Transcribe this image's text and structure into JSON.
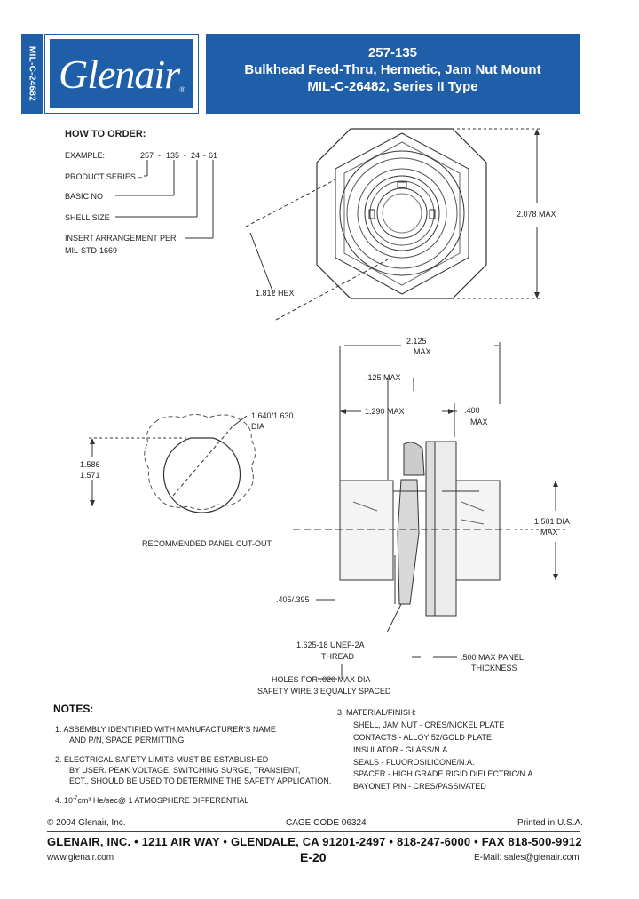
{
  "side_tab": "MIL-C-24682",
  "logo": {
    "text": "Glenair",
    "mark": "®"
  },
  "title": {
    "line1": "257-135",
    "line2": "Bulkhead Feed-Thru, Hermetic, Jam Nut Mount",
    "line3": "MIL-C-26482, Series II Type"
  },
  "how_to_order": {
    "heading": "HOW TO ORDER:",
    "example_label": "EXAMPLE:",
    "example_parts": [
      "257",
      "-",
      "135",
      "-",
      "24",
      "-",
      "61"
    ],
    "rows": [
      "PRODUCT SERIES –",
      "BASIC NO",
      "SHELL SIZE",
      "INSERT ARRANGEMENT PER",
      "MIL-STD-1669"
    ]
  },
  "dimensions": {
    "max_2078": "2.078 MAX",
    "hex_1812": "1.812 HEX",
    "dia_1640": "1.640/1.630",
    "dia_word": "DIA",
    "flat_1586": "1.586",
    "flat_1571": "1.571",
    "cutout_label": "RECOMMENDED PANEL CUT-OUT",
    "len_2125": "2.125",
    "len_2125_max": "MAX",
    "len_125": ".125 MAX",
    "len_1290": "1.290 MAX",
    "len_400": ".400",
    "len_400_max": "MAX",
    "dia_1501": "1.501 DIA",
    "dia_1501_max": "MAX",
    "dim_405": ".405/.395",
    "thread_1": "1.625-18 UNEF-2A",
    "thread_2": "THREAD",
    "panel_1": ".500 MAX PANEL",
    "panel_2": "THICKNESS",
    "holes_1": "HOLES FOR .020 MAX DIA",
    "holes_2": "SAFETY WIRE 3 EQUALLY SPACED"
  },
  "notes": {
    "heading": "NOTES:",
    "n1a": "1.   ASSEMBLY IDENTIFIED WITH MANUFACTURER'S NAME",
    "n1b": "AND P/N, SPACE PERMITTING.",
    "n2a": "2.   ELECTRICAL SAFETY LIMITS MUST BE ESTABLISHED",
    "n2b": "BY USER. PEAK VOLTAGE, SWITCHING SURGE, TRANSIENT,",
    "n2c": "ECT., SHOULD BE USED TO DETERMINE THE SAFETY APPLICATION.",
    "n3": "3.   MATERIAL/FINISH:",
    "materials": [
      "SHELL, JAM NUT - CRES/NICKEL PLATE",
      "CONTACTS - ALLOY 52/GOLD PLATE",
      "INSULATOR - GLASS/N.A.",
      "SEALS - FLUOROSILICONE/N.A.",
      "SPACER - HIGH GRADE RIGID DIELECTRIC/N.A.",
      "BAYONET PIN - CRES/PASSIVATED"
    ],
    "n4_pre": "4.   10",
    "n4_sup": "-7",
    "n4_post": "cm³ He/sec@ 1 ATMOSPHERE DIFFERENTIAL"
  },
  "footer": {
    "copyright": "© 2004 Glenair, Inc.",
    "cage": "CAGE CODE 06324",
    "printed": "Printed in U.S.A.",
    "main": "GLENAIR, INC. • 1211 AIR WAY • GLENDALE, CA 91201-2497 • 818-247-6000 • FAX 818-500-9912",
    "web": "www.glenair.com",
    "page": "E-20",
    "email": "E-Mail:  sales@glenair.com"
  },
  "colors": {
    "brand_blue": "#1f5ea8"
  }
}
